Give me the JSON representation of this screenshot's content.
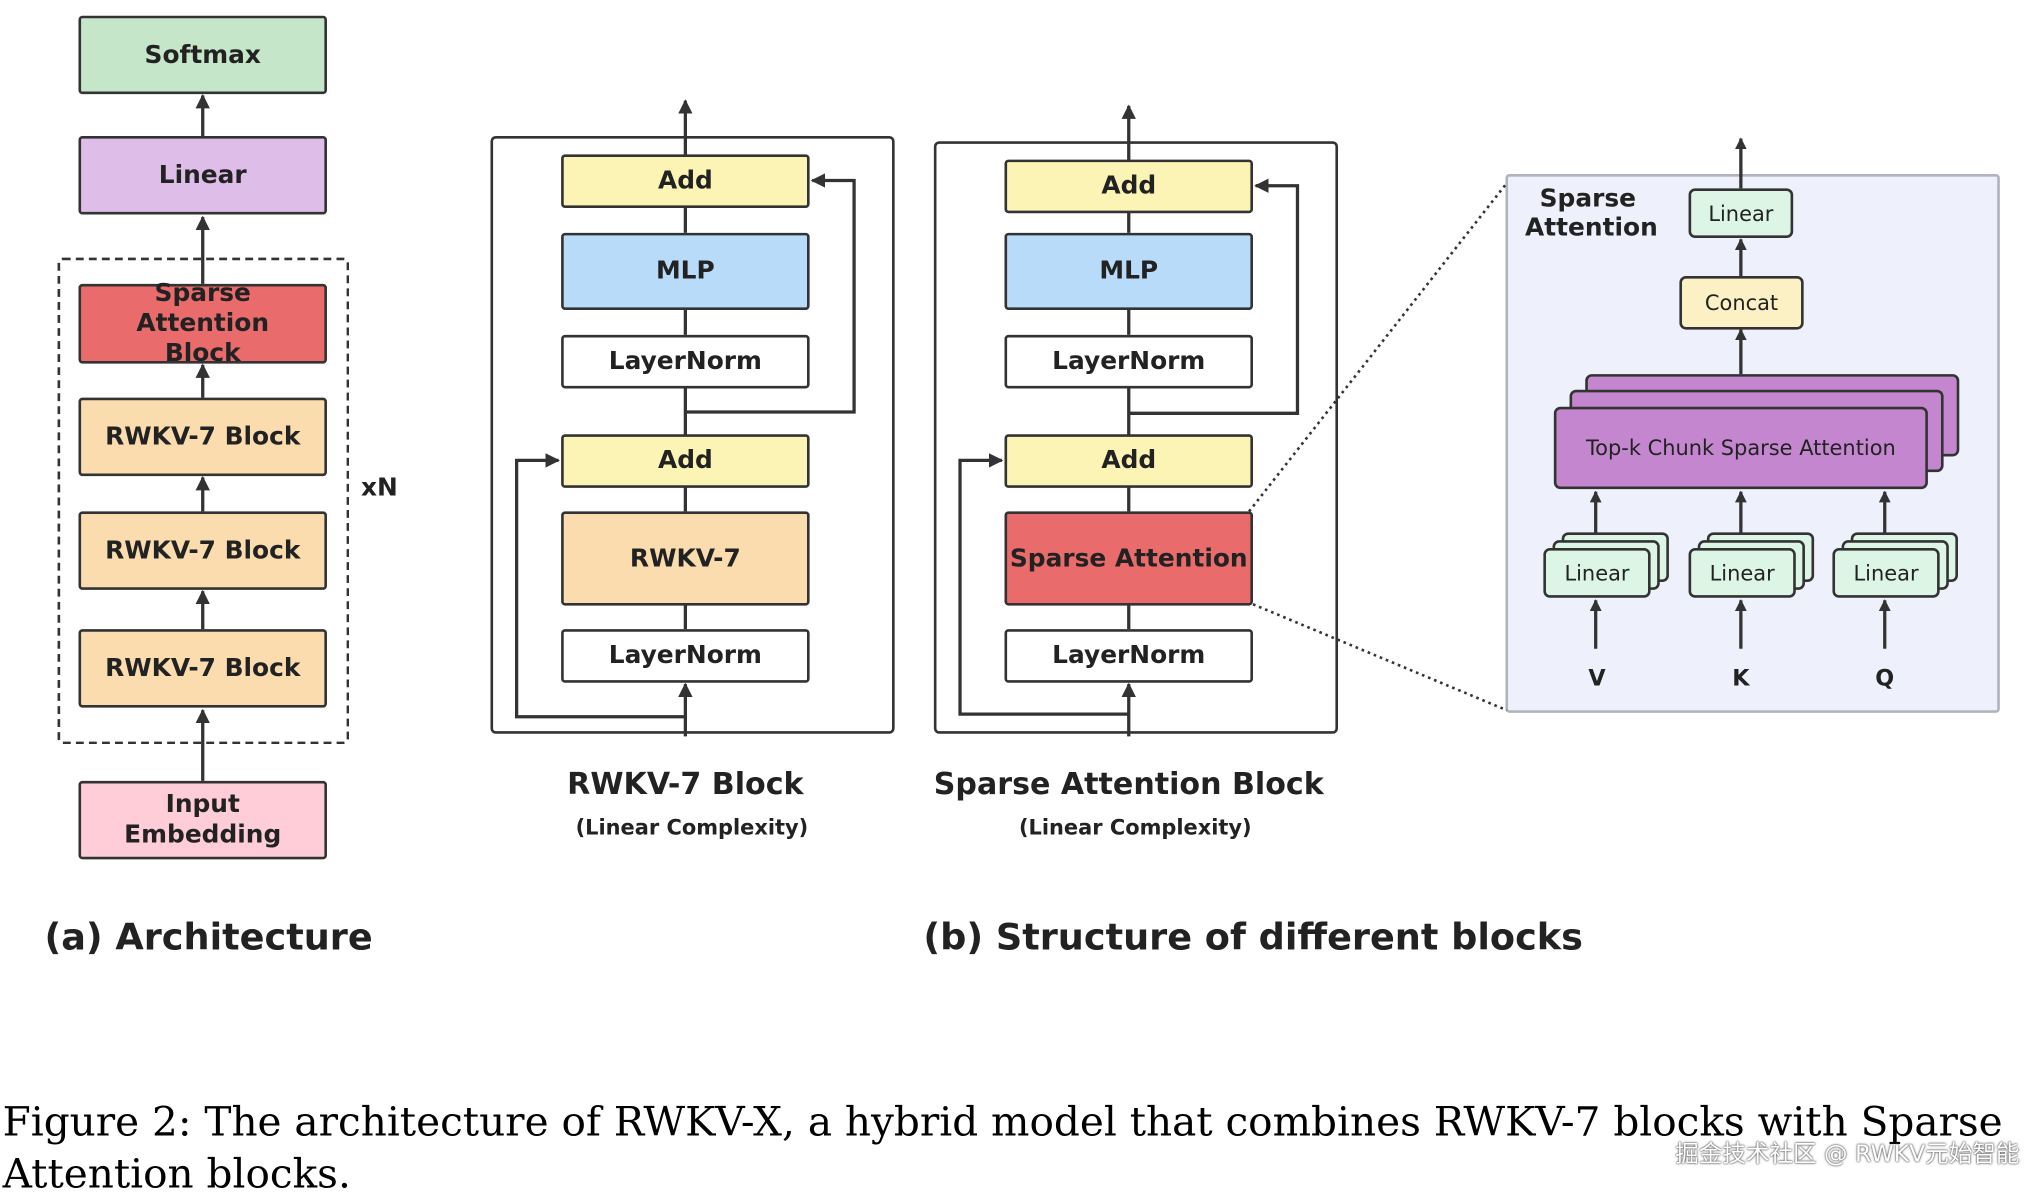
{
  "architecture": {
    "softmax": "Softmax",
    "linear": "Linear",
    "sparse_attention_block": "Sparse Attention Block",
    "rwkv_blocks": [
      "RWKV-7 Block",
      "RWKV-7 Block",
      "RWKV-7 Block"
    ],
    "repeat_label": "xN",
    "input_embedding": "Input Embedding",
    "caption": "(a) Architecture"
  },
  "rwkv7_block": {
    "add_top": "Add",
    "mlp": "MLP",
    "layernorm_top": "LayerNorm",
    "add_bottom": "Add",
    "core": "RWKV-7",
    "layernorm_bottom": "LayerNorm",
    "title": "RWKV-7 Block",
    "subtitle": "(Linear Complexity)"
  },
  "sparse_block": {
    "add_top": "Add",
    "mlp": "MLP",
    "layernorm_top": "LayerNorm",
    "add_bottom": "Add",
    "core": "Sparse Attention",
    "layernorm_bottom": "LayerNorm",
    "title": "Sparse Attention Block",
    "subtitle": "(Linear Complexity)"
  },
  "sparse_detail": {
    "title": "Sparse Attention",
    "linear_out": "Linear",
    "concat": "Concat",
    "topk": "Top-k Chunk Sparse Attention",
    "linears": [
      "Linear",
      "Linear",
      "Linear"
    ],
    "inputs": [
      "V",
      "K",
      "Q"
    ]
  },
  "structure_caption": "(b) Structure of different blocks",
  "figure_caption": "Figure 2: The architecture of RWKV-X, a hybrid model that combines RWKV-7 blocks with Sparse Attention blocks.",
  "watermark": "掘金技术社区 @ RWKV元始智能",
  "colors": {
    "softmax": "#c5e6c8",
    "linear": "#dfbde9",
    "sparse": "#e96b6b",
    "rwkv": "#fbdcae",
    "embedding": "#fecdd7",
    "add": "#fbf4b4",
    "mlp": "#b9dbfa",
    "concat": "#fbf1c4",
    "topk": "#c487cf",
    "linear_small": "#dcf5e4",
    "panel": "#eef0fb"
  }
}
